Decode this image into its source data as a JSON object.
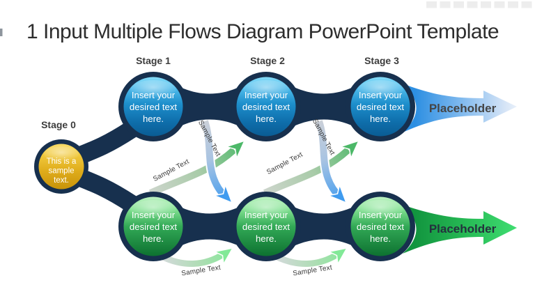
{
  "title": "1 Input Multiple Flows Diagram PowerPoint Template",
  "stage_labels": [
    "Stage 0",
    "Stage 1",
    "Stage 2",
    "Stage 3"
  ],
  "input_node": {
    "lines": [
      "This is a",
      "sample",
      "text."
    ]
  },
  "top_nodes": [
    {
      "lines": [
        "Insert your",
        "desired text",
        "here."
      ]
    },
    {
      "lines": [
        "Insert your",
        "desired text",
        "here."
      ]
    },
    {
      "lines": [
        "Insert your",
        "desired text",
        "here."
      ]
    }
  ],
  "bottom_nodes": [
    {
      "lines": [
        "Insert your",
        "desired text",
        "here."
      ]
    },
    {
      "lines": [
        "Insert your",
        "desired text",
        "here."
      ]
    },
    {
      "lines": [
        "Insert your",
        "desired text",
        "here."
      ]
    }
  ],
  "flow_labels": [
    "Sample Text",
    "Sample Text",
    "Sample Text",
    "Sample Text",
    "Sample Text",
    "Sample Text"
  ],
  "placeholders": {
    "top": "Placeholder",
    "bottom": "Placeholder"
  },
  "colors": {
    "navy": "#17304E",
    "blue_node": "#1E8FCC",
    "green_node": "#2FA755",
    "gold_node": "#E0B123",
    "cross_arrow_blue": "#3F9BEF",
    "cross_arrow_green": "#4CB868",
    "bottom_arrow_green": "#82E997",
    "placeholder_arrow_blue": "#2D8FE2",
    "placeholder_arrow_green": "#27BA55",
    "placeholder_text_top": "#454545",
    "placeholder_text_bottom": "#24313D",
    "title_text": "#2d2d2d",
    "stage_text": "#3c3c3c",
    "flow_label_text": "#373737"
  }
}
